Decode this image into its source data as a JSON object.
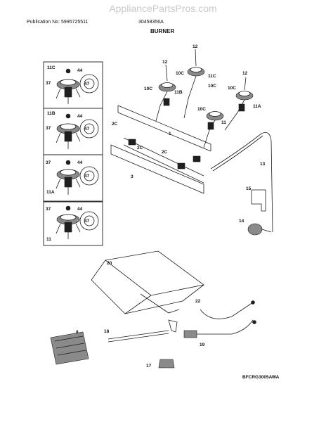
{
  "header": {
    "watermark": "AppliancePartsPros.com",
    "publication": "Publication No: 5995725511",
    "model_number": "30458356A",
    "section_title": "BURNER"
  },
  "figure_code": "BFCRG3005AWA",
  "inset_boxes": [
    {
      "id": "11C",
      "labels": [
        "11C",
        "44",
        "37",
        "47"
      ]
    },
    {
      "id": "11B",
      "labels": [
        "11B",
        "44",
        "37",
        "47"
      ]
    },
    {
      "id": "11A",
      "labels": [
        "44",
        "37",
        "47",
        "11A"
      ]
    },
    {
      "id": "11",
      "labels": [
        "37",
        "44",
        "47",
        "11"
      ]
    }
  ],
  "callouts": {
    "c12a": "12",
    "c12b": "12",
    "c12c": "12",
    "c10c_a": "10C",
    "c10c_b": "10C",
    "c10c_c": "10C",
    "c10c_d": "10C",
    "c10c_e": "10C",
    "c11c": "11C",
    "c11b": "11B",
    "c11": "11",
    "c11a": "11A",
    "c2c_a": "2C",
    "c2c_b": "2C",
    "c2c_c": "2C",
    "c1": "1",
    "c3": "3",
    "c13": "13",
    "c15": "15",
    "c14": "14",
    "c20": "20",
    "c22": "22",
    "c18": "18",
    "c19": "19",
    "c17": "17",
    "c8": "8"
  }
}
